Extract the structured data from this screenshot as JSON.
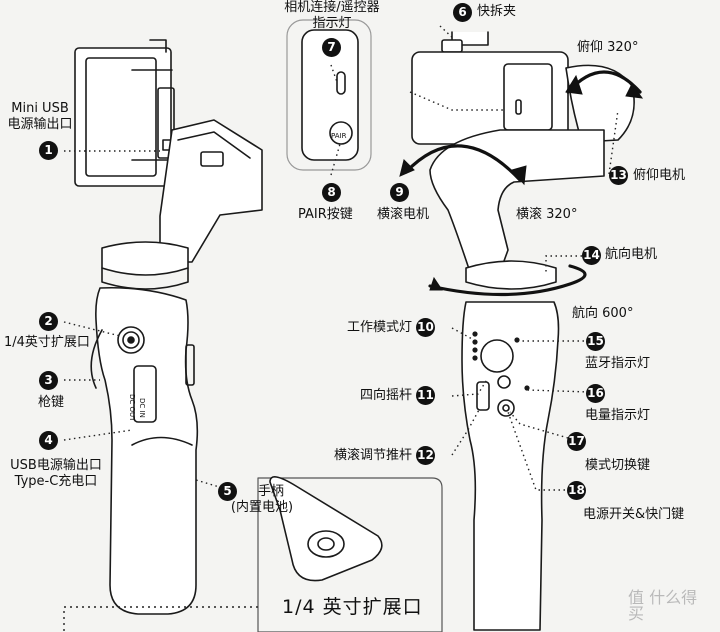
{
  "callouts": [
    {
      "num": "1",
      "label": "Mini USB\n电源输出口"
    },
    {
      "num": "2",
      "label": "1/4英寸扩展口"
    },
    {
      "num": "3",
      "label": "枪键"
    },
    {
      "num": "4",
      "label": "USB电源输出口\nType-C充电口"
    },
    {
      "num": "5",
      "label": "手柄\n(内置电池)"
    },
    {
      "num": "6",
      "label": "快拆夹"
    },
    {
      "num": "7",
      "label": "相机连接/遥控器\n指示灯"
    },
    {
      "num": "8",
      "label": "PAIR按键"
    },
    {
      "num": "9",
      "label": "横滚电机"
    },
    {
      "num": "10",
      "label": "工作模式灯"
    },
    {
      "num": "11",
      "label": "四向摇杆"
    },
    {
      "num": "12",
      "label": "横滚调节推杆"
    },
    {
      "num": "13",
      "label": "俯仰电机"
    },
    {
      "num": "14",
      "label": "航向电机"
    },
    {
      "num": "15",
      "label": "蓝牙指示灯"
    },
    {
      "num": "16",
      "label": "电量指示灯"
    },
    {
      "num": "17",
      "label": "模式切换键"
    },
    {
      "num": "18",
      "label": "电源开关&快门键"
    }
  ],
  "rotation_labels": {
    "tilt": "俯仰 320°",
    "roll": "横滚 320°",
    "pan": "航向 600°"
  },
  "port_labels": {
    "dc_out": "DC OUT",
    "dc_in": "DC IN",
    "pair": "PAIR"
  },
  "inset_caption": "1/4 英寸扩展口",
  "watermark": "值 什么得买",
  "colors": {
    "badge": "#111111",
    "line": "#222222",
    "background": "#f4f4f2"
  }
}
